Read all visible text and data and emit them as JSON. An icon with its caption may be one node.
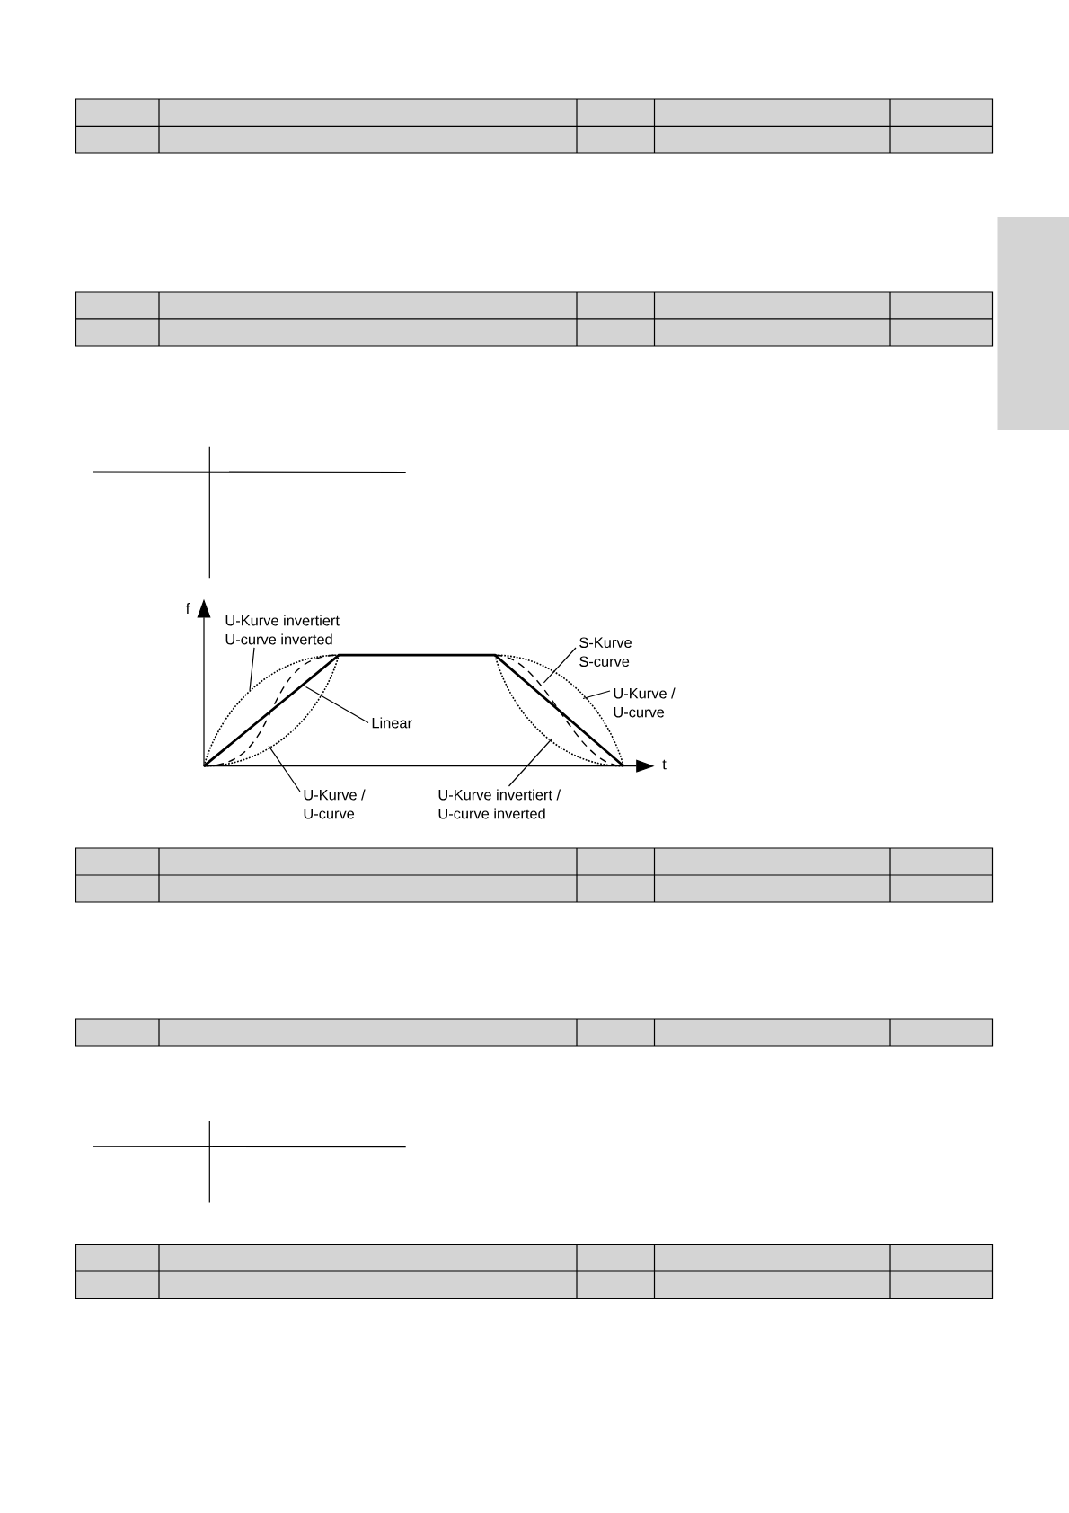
{
  "diagram": {
    "nodes": [
      {
        "text": [],
        "shape": "bar"
      },
      {
        "text": [
          "U-Kurve invertiert",
          "U-curve inverted"
        ]
      },
      {
        "text": [
          "S-Kurve",
          "S-curve"
        ]
      },
      {
        "text": [],
        "shape": "picture"
      },
      {
        "text": [
          "U-Kurve /",
          "U-curve"
        ]
      },
      {
        "text": [
          "Linear"
        ],
        "in": 3
      },
      {
        "text": [
          "U-Kurve /",
          "U-curve"
        ]
      },
      {
        "text": [
          "U-Kurve invertiert /",
          "U-curve inverted"
        ]
      }
    ],
    "edges": [
      {
        "from": 1,
        "to": 3,
        "arrow": "none"
      },
      {
        "from": 2,
        "to": 3,
        "arrow": "none"
      },
      {
        "from": 4,
        "to": 3,
        "arrow": "none"
      },
      {
        "from": 5,
        "to": 3,
        "arrow": "none"
      },
      {
        "from": 6,
        "to": 3,
        "arrow": "none"
      },
      {
        "from": 7,
        "to": 3,
        "arrow": "none"
      }
    ],
    "labels": [
      "f",
      "t"
    ]
  }
}
